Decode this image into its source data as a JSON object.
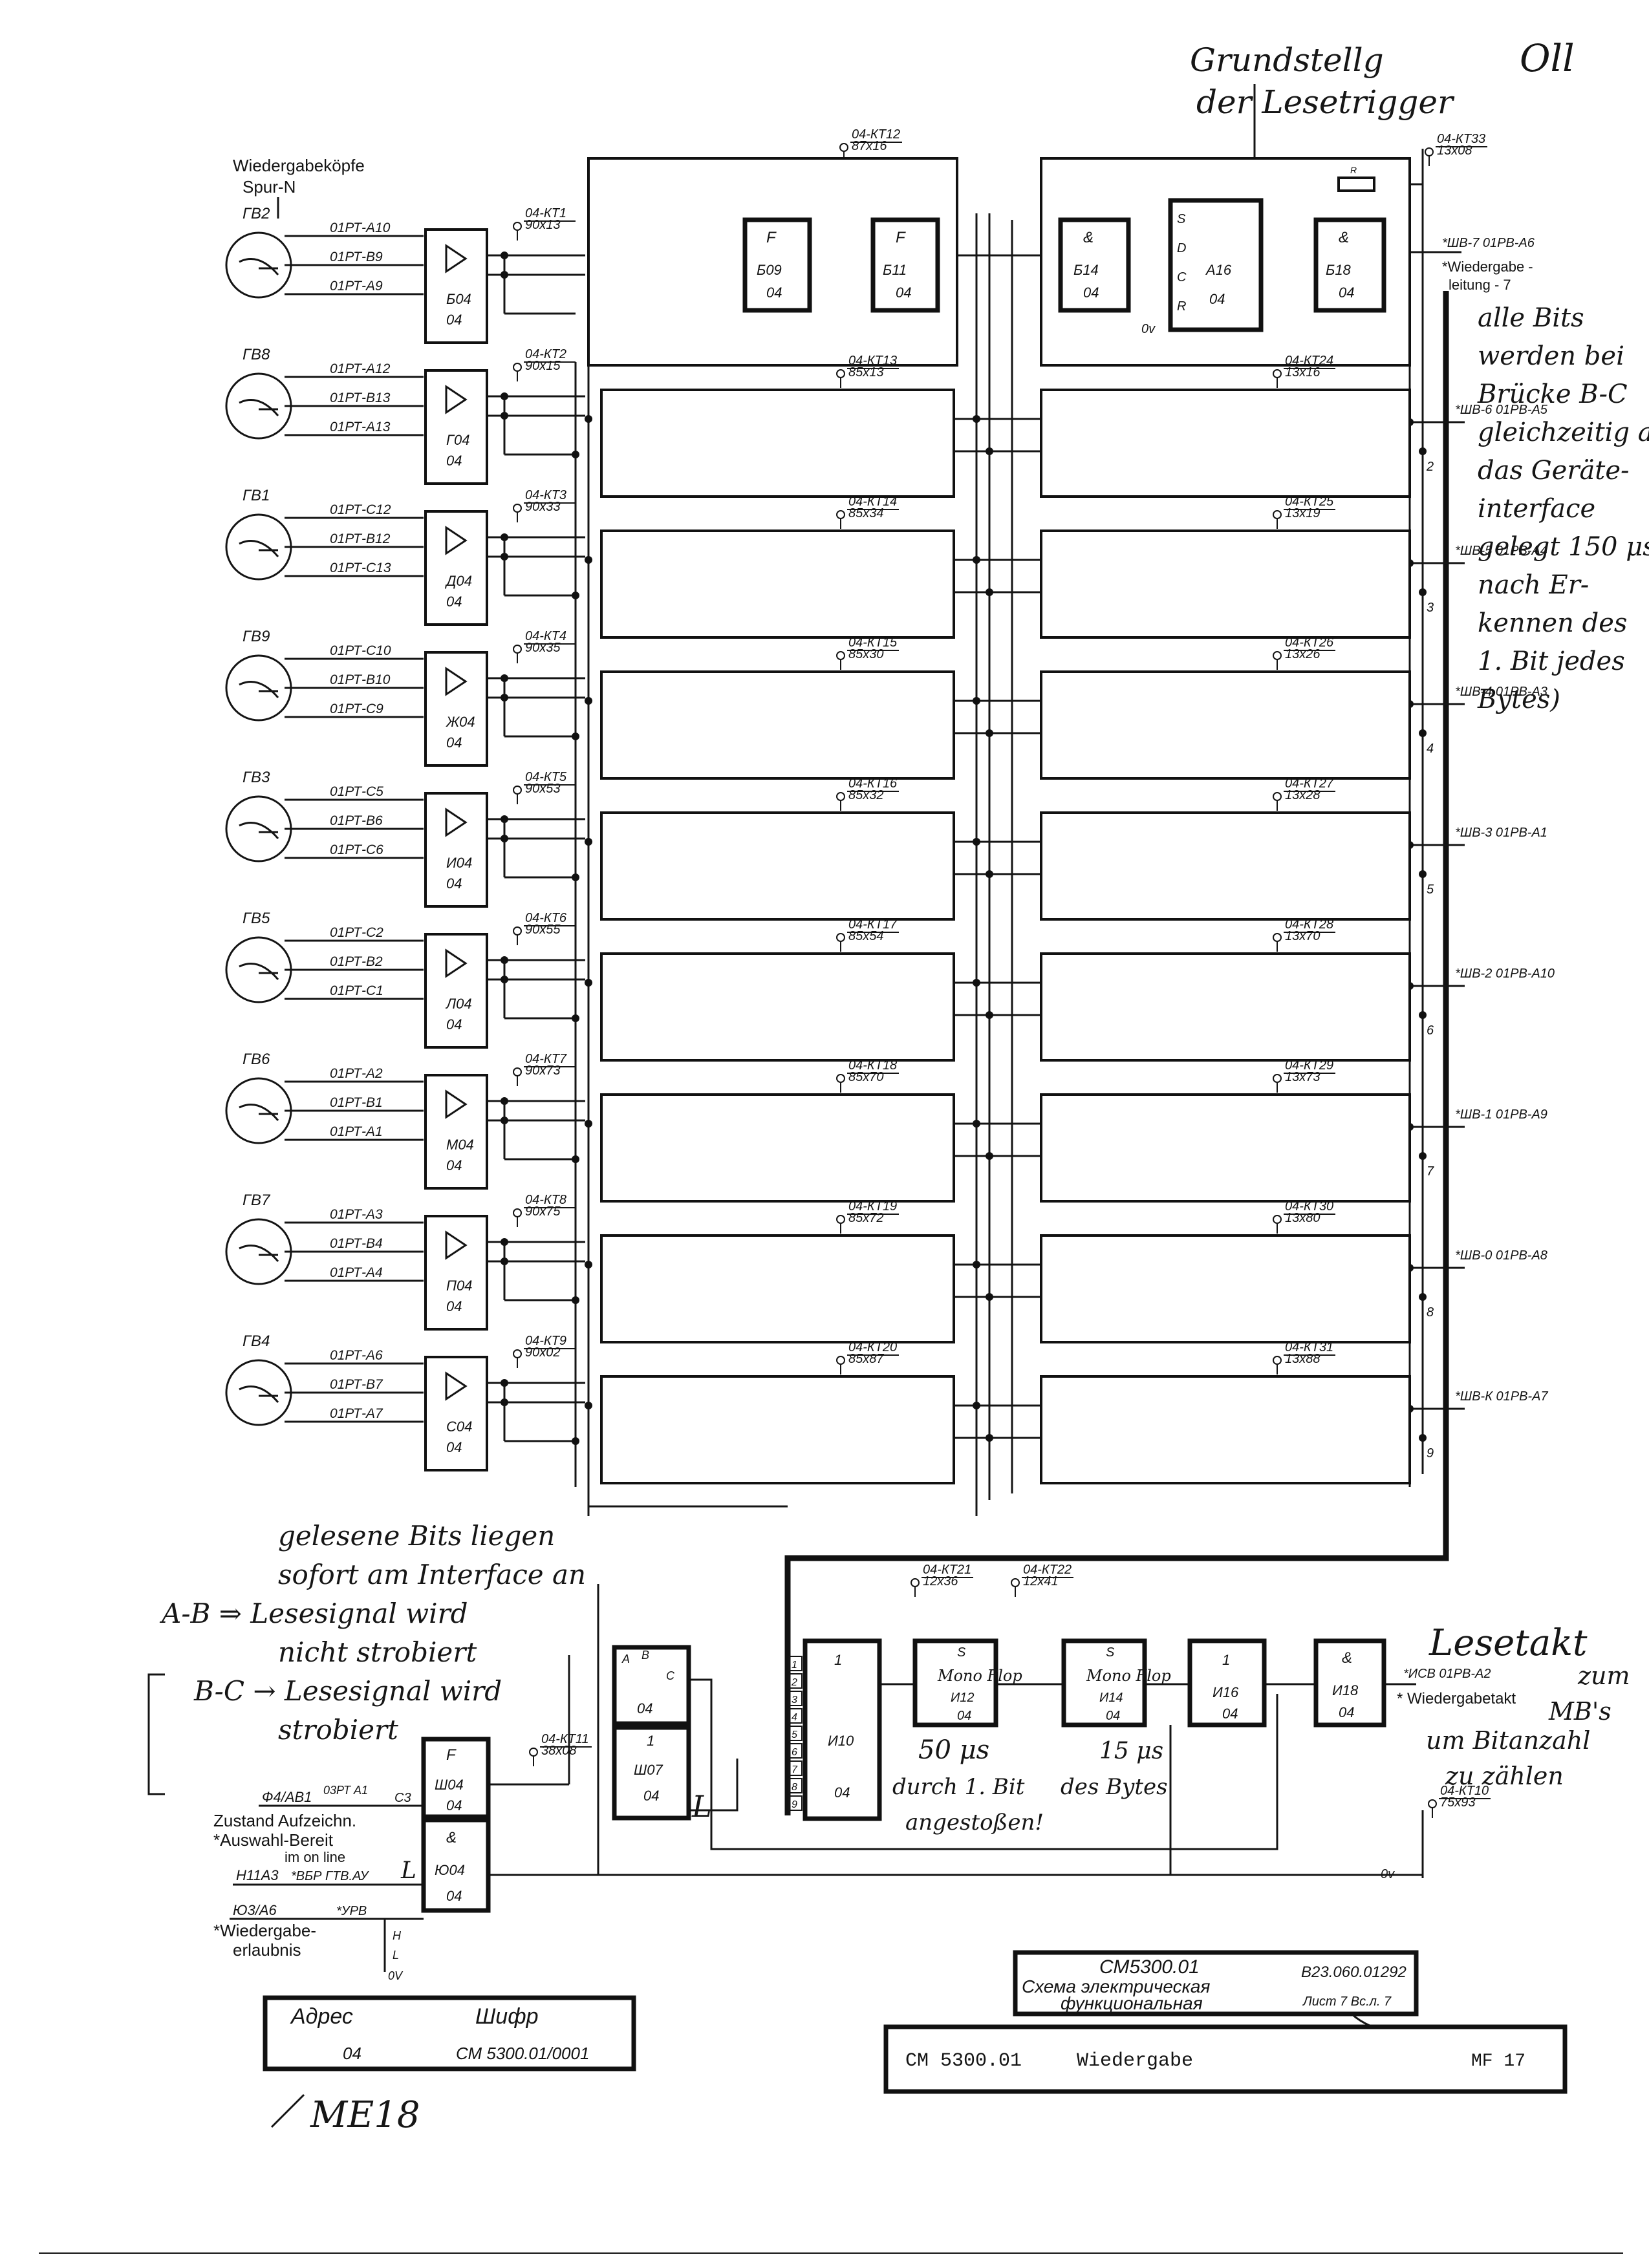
{
  "header": {
    "handwritten_title": [
      "Grundstellg",
      "der Lesetrigger"
    ],
    "corner_mark": "Oll"
  },
  "heads_label": [
    "Wiedergabeköpfe",
    "Spur-N"
  ],
  "top_bus": {
    "testpoint": "04-КТ12",
    "coord": "87х16"
  },
  "channels": [
    {
      "head": "ГВ2",
      "pins": [
        "01РТ-А10",
        "01РТ-В9",
        "01РТ-А9"
      ],
      "amp": [
        "Б04",
        "04"
      ],
      "tp": "04-КТ1",
      "tpc": "90х13",
      "busA": "04-КТ12",
      "busAc": "87х16",
      "busB": "04-КТ33",
      "busBc": "13х08",
      "out": "*ШВ-7  01РВ-А6",
      "bit": ""
    },
    {
      "head": "ГВ8",
      "pins": [
        "01РТ-А12",
        "01РТ-В13",
        "01РТ-А13"
      ],
      "amp": [
        "Г04",
        "04"
      ],
      "tp": "04-КТ2",
      "tpc": "90х15",
      "busA": "04-КТ13",
      "busAc": "85х13",
      "busB": "04-КТ24",
      "busBc": "13х16",
      "out": "*ШВ-6  01РВ-А5",
      "bit": "2"
    },
    {
      "head": "ГВ1",
      "pins": [
        "01РТ-С12",
        "01РТ-В12",
        "01РТ-С13"
      ],
      "amp": [
        "Д04",
        "04"
      ],
      "tp": "04-КТ3",
      "tpc": "90х33",
      "busA": "04-КТ14",
      "busAc": "85х34",
      "busB": "04-КТ25",
      "busBc": "13х19",
      "out": "*ШВ-5  01РВ-А4",
      "bit": "3"
    },
    {
      "head": "ГВ9",
      "pins": [
        "01РТ-С10",
        "01РТ-В10",
        "01РТ-С9"
      ],
      "amp": [
        "Ж04",
        "04"
      ],
      "tp": "04-КТ4",
      "tpc": "90х35",
      "busA": "04-КТ15",
      "busAc": "85х30",
      "busB": "04-КТ26",
      "busBc": "13х26",
      "out": "*ШВ-4  01РВ-А3",
      "bit": "4"
    },
    {
      "head": "ГВ3",
      "pins": [
        "01РТ-С5",
        "01РТ-В6",
        "01РТ-С6"
      ],
      "amp": [
        "И04",
        "04"
      ],
      "tp": "04-КТ5",
      "tpc": "90х53",
      "busA": "04-КТ16",
      "busAc": "85х32",
      "busB": "04-КТ27",
      "busBc": "13х28",
      "out": "*ШВ-3  01РВ-А1",
      "bit": "5"
    },
    {
      "head": "ГВ5",
      "pins": [
        "01РТ-С2",
        "01РТ-В2",
        "01РТ-С1"
      ],
      "amp": [
        "Л04",
        "04"
      ],
      "tp": "04-КТ6",
      "tpc": "90х55",
      "busA": "04-КТ17",
      "busAc": "85х54",
      "busB": "04-КТ28",
      "busBc": "13х70",
      "out": "*ШВ-2  01РВ-А10",
      "bit": "6"
    },
    {
      "head": "ГВ6",
      "pins": [
        "01РТ-А2",
        "01РТ-В1",
        "01РТ-А1"
      ],
      "amp": [
        "М04",
        "04"
      ],
      "tp": "04-КТ7",
      "tpc": "90х73",
      "busA": "04-КТ18",
      "busAc": "85х70",
      "busB": "04-КТ29",
      "busBc": "13х73",
      "out": "*ШВ-1  01РВ-А9",
      "bit": "7"
    },
    {
      "head": "ГВ7",
      "pins": [
        "01РТ-А3",
        "01РТ-В4",
        "01РТ-А4"
      ],
      "amp": [
        "П04",
        "04"
      ],
      "tp": "04-КТ8",
      "tpc": "90х75",
      "busA": "04-КТ19",
      "busAc": "85х72",
      "busB": "04-КТ30",
      "busBc": "13х80",
      "out": "*ШВ-0  01РВ-А8",
      "bit": "8"
    },
    {
      "head": "ГВ4",
      "pins": [
        "01РТ-А6",
        "01РТ-В7",
        "01РТ-А7"
      ],
      "amp": [
        "С04",
        "04"
      ],
      "tp": "04-КТ9",
      "tpc": "90х02",
      "busA": "04-КТ20",
      "busAc": "85х87",
      "busB": "04-КТ31",
      "busBc": "13х88",
      "out": "*ШВ-К  01РВ-А7",
      "bit": "9"
    }
  ],
  "first_row_blocks": {
    "f1": [
      "F",
      "Б09",
      "04"
    ],
    "f2": [
      "F",
      "Б11",
      "04"
    ],
    "and1": [
      "&",
      "Б14",
      "04"
    ],
    "trigger": [
      "A16",
      "04"
    ],
    "trigger_pins": [
      "S",
      "D",
      "C",
      "R"
    ],
    "and2": [
      "&",
      "Б18",
      "04"
    ],
    "resistor": "R",
    "zero": "0v",
    "out_label": [
      "*Wiedergabe -",
      "leitung - 7"
    ]
  },
  "notes_right": [
    "alle Bits",
    "werden bei",
    "Brücke B-C",
    "gleichzeitig auf",
    "das Geräte-",
    "interface",
    "gelegt 150 μs",
    "nach Er-",
    "kennen des",
    "1. Bit jedes",
    "Bytes)"
  ],
  "notes_left": [
    "gelesene Bits liegen",
    "sofort am Interface an",
    "A-B ⇒ Lesesignal wird",
    "nicht strobiert",
    "B-C → Lesesignal wird",
    "strobiert"
  ],
  "bottom_blocks": {
    "switch": [
      "A",
      "B",
      "C",
      "04"
    ],
    "sh07": [
      "1",
      "Ш07",
      "04"
    ],
    "low": "L",
    "counter": [
      "1",
      "И10",
      "04"
    ],
    "counter_pins": [
      "1",
      "2",
      "3",
      "4",
      "5",
      "6",
      "7",
      "8",
      "9"
    ],
    "mono1": [
      "S",
      "Mono Flop",
      "И12",
      "04"
    ],
    "mono2": [
      "S",
      "Mono Flop",
      "И14",
      "04"
    ],
    "inv": [
      "1",
      "И16",
      "04"
    ],
    "and_out": [
      "&",
      "И18",
      "04"
    ],
    "tp21": "04-КТ21",
    "tp21c": "12х36",
    "tp22": "04-КТ22",
    "tp22c": "12х41",
    "note1": [
      "50 μs",
      "durch 1. Bit",
      "angestoßen!"
    ],
    "note2": [
      "15 μs",
      "des Bytes"
    ],
    "out_label": "*ИСВ  01РВ-А2",
    "out_text": "* Wiedergabetakt",
    "hw_takt": "Lesetakt",
    "hw_takt2": [
      "zum",
      "MB's",
      "um Bitanzahl",
      "zu zählen"
    ],
    "tp10": "04-КТ10",
    "tp10c": "75х93",
    "zero": "0v"
  },
  "control": {
    "f_block": [
      "F",
      "Ш04",
      "04"
    ],
    "and_block": [
      "&",
      "Ю04",
      "04"
    ],
    "tp11": "04-КТ11",
    "tp11c": "38х08",
    "in1": "Ф4/АВ1",
    "in1b": "03РТ А1",
    "in1c": "С3",
    "in1_text": "Zustand Aufzeichn.",
    "in2_text": "*Auswahl-Bereit",
    "in2_text2": "im on line",
    "in2": "Н11А3",
    "in2b": "*ВБР ГТВ.АУ",
    "in2c": "L",
    "in3": "Ю3/А6",
    "in3b": "*УРВ",
    "in3_text": [
      "*Wiedergabe-",
      "erlaubnis"
    ],
    "sw_h": "H",
    "sw_l": "L",
    "sw_0v": "0V"
  },
  "stamp_left": {
    "h1": "Адрес",
    "h2": "Шифр",
    "v1": "04",
    "v2": "СМ 5300.01/0001",
    "hw": "ME18"
  },
  "stamp_right": {
    "title": [
      "СМ5300.01",
      "Схема электрическая",
      "функциональная"
    ],
    "code": "В23.060.01292",
    "sheet": "Лист 7 Вс.л. 7",
    "name": "CM 5300.01",
    "desc": "Wiedergabe",
    "num": "MF 17"
  }
}
